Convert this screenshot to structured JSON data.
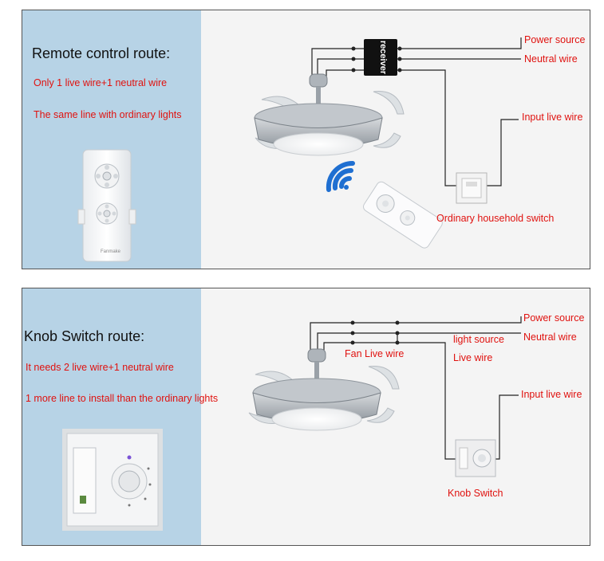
{
  "remote_route": {
    "heading": "Remote control route:",
    "note_1": "Only 1 live wire+1 neutral wire",
    "note_2": "The same line with ordinary lights",
    "receiver_label": "receiver",
    "remote_brand": "Fanmake",
    "labels": {
      "power_source": "Power source",
      "neutral_wire": "Neutral wire",
      "input_live_wire": "Input live wire",
      "household_switch": "Ordinary household switch"
    }
  },
  "knob_route": {
    "heading": "Knob Switch route:",
    "note_1": "It needs 2  live wire+1 neutral wire",
    "note_2": "1 more  line to  install than the ordinary lights",
    "labels": {
      "power_source": "Power source",
      "neutral_wire": "Neutral wire",
      "light_source": "light source",
      "live_wire": "Live wire",
      "fan_live_wire": "Fan Live wire",
      "input_live_wire": "Input live wire",
      "knob_switch": "Knob Switch"
    }
  },
  "colors": {
    "panel_blue": "#b7d3e6",
    "panel_gray": "#f4f4f4",
    "label_red": "#e0120f",
    "wire": "#222222",
    "signal_blue": "#1f6fd1"
  }
}
